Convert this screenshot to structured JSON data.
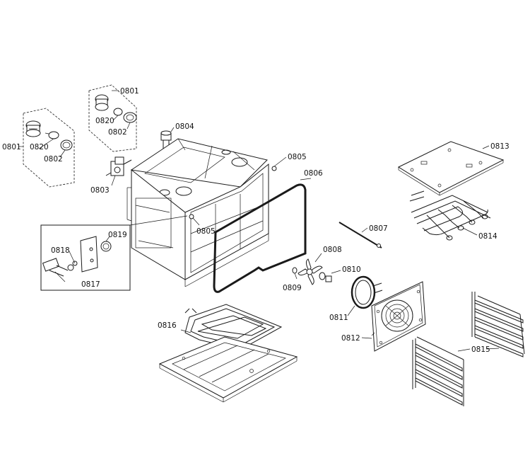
{
  "labels": {
    "p0801_left": "0801",
    "p0820_left": "0820",
    "p0802_left": "0802",
    "p0801_top": "0801",
    "p0820_top": "0820",
    "p0802_top": "0802",
    "p0804": "0804",
    "p0803": "0803",
    "p0805_top": "0805",
    "p0805_mid": "0805",
    "p0806": "0806",
    "p0813": "0813",
    "p0814": "0814",
    "p0807": "0807",
    "p0808": "0808",
    "p0810": "0810",
    "p0809": "0809",
    "p0811": "0811",
    "p0812": "0812",
    "p0815": "0815",
    "p0816": "0816",
    "p0819": "0819",
    "p0818": "0818",
    "p0817": "0817"
  }
}
